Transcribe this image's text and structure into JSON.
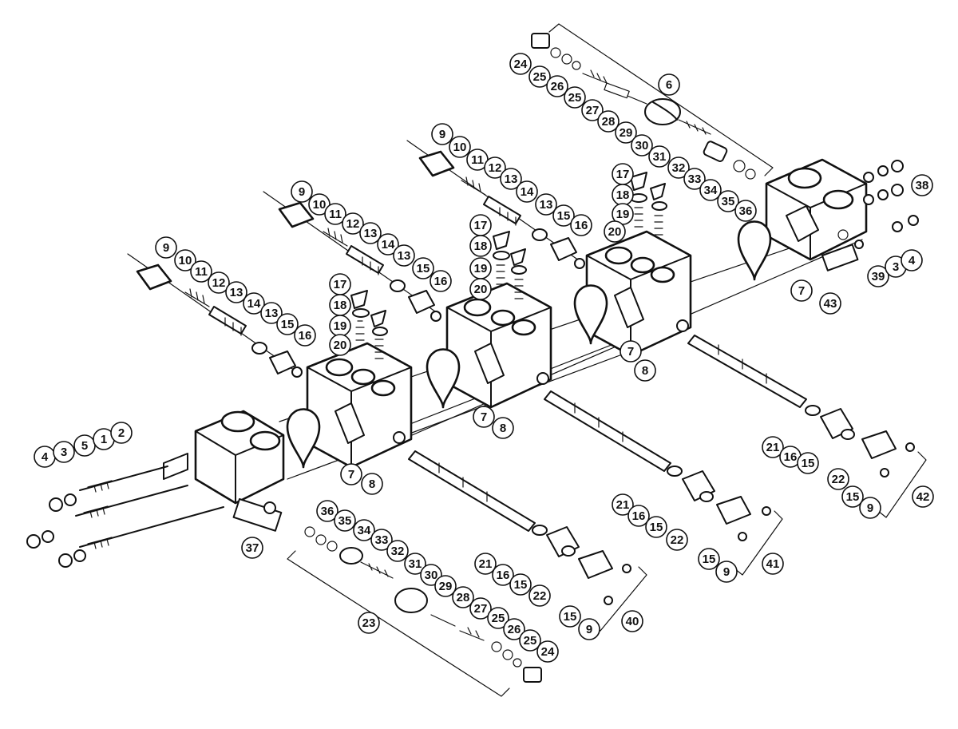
{
  "diagram": {
    "callouts": [
      {
        "id": "c-24a",
        "label": "24"
      },
      {
        "id": "c-25a",
        "label": "25"
      },
      {
        "id": "c-26a",
        "label": "26"
      },
      {
        "id": "c-25b",
        "label": "25"
      },
      {
        "id": "c-27a",
        "label": "27"
      },
      {
        "id": "c-28a",
        "label": "28"
      },
      {
        "id": "c-29a",
        "label": "29"
      },
      {
        "id": "c-30a",
        "label": "30"
      },
      {
        "id": "c-31a",
        "label": "31"
      },
      {
        "id": "c-32a",
        "label": "32"
      },
      {
        "id": "c-33a",
        "label": "33"
      },
      {
        "id": "c-34a",
        "label": "34"
      },
      {
        "id": "c-35a",
        "label": "35"
      },
      {
        "id": "c-36a",
        "label": "36"
      },
      {
        "id": "c-6",
        "label": "6"
      },
      {
        "id": "c-38",
        "label": "38"
      },
      {
        "id": "c-39",
        "label": "39"
      },
      {
        "id": "c-3a",
        "label": "3"
      },
      {
        "id": "c-4a",
        "label": "4"
      },
      {
        "id": "c-43",
        "label": "43"
      },
      {
        "id": "c-7a",
        "label": "7"
      },
      {
        "id": "c-9a",
        "label": "9"
      },
      {
        "id": "c-10a",
        "label": "10"
      },
      {
        "id": "c-11a",
        "label": "11"
      },
      {
        "id": "c-12a",
        "label": "12"
      },
      {
        "id": "c-13a",
        "label": "13"
      },
      {
        "id": "c-14a",
        "label": "14"
      },
      {
        "id": "c-13b",
        "label": "13"
      },
      {
        "id": "c-15a",
        "label": "15"
      },
      {
        "id": "c-16a",
        "label": "16"
      },
      {
        "id": "c-17a",
        "label": "17"
      },
      {
        "id": "c-18a",
        "label": "18"
      },
      {
        "id": "c-19a",
        "label": "19"
      },
      {
        "id": "c-20a",
        "label": "20"
      },
      {
        "id": "c-7b",
        "label": "7"
      },
      {
        "id": "c-8a",
        "label": "8"
      },
      {
        "id": "c-9b",
        "label": "9"
      },
      {
        "id": "c-10b",
        "label": "10"
      },
      {
        "id": "c-11b",
        "label": "11"
      },
      {
        "id": "c-12b",
        "label": "12"
      },
      {
        "id": "c-13c",
        "label": "13"
      },
      {
        "id": "c-14b",
        "label": "14"
      },
      {
        "id": "c-13d",
        "label": "13"
      },
      {
        "id": "c-15b",
        "label": "15"
      },
      {
        "id": "c-16b",
        "label": "16"
      },
      {
        "id": "c-17b",
        "label": "17"
      },
      {
        "id": "c-18b",
        "label": "18"
      },
      {
        "id": "c-19b",
        "label": "19"
      },
      {
        "id": "c-20b",
        "label": "20"
      },
      {
        "id": "c-7c",
        "label": "7"
      },
      {
        "id": "c-8b",
        "label": "8"
      },
      {
        "id": "c-9c",
        "label": "9"
      },
      {
        "id": "c-10c",
        "label": "10"
      },
      {
        "id": "c-11c",
        "label": "11"
      },
      {
        "id": "c-12c",
        "label": "12"
      },
      {
        "id": "c-13e",
        "label": "13"
      },
      {
        "id": "c-14c",
        "label": "14"
      },
      {
        "id": "c-13f",
        "label": "13"
      },
      {
        "id": "c-15c",
        "label": "15"
      },
      {
        "id": "c-16c",
        "label": "16"
      },
      {
        "id": "c-17c",
        "label": "17"
      },
      {
        "id": "c-18c",
        "label": "18"
      },
      {
        "id": "c-19c",
        "label": "19"
      },
      {
        "id": "c-20c",
        "label": "20"
      },
      {
        "id": "c-7d",
        "label": "7"
      },
      {
        "id": "c-8c",
        "label": "8"
      },
      {
        "id": "c-4b",
        "label": "4"
      },
      {
        "id": "c-3b",
        "label": "3"
      },
      {
        "id": "c-5",
        "label": "5"
      },
      {
        "id": "c-1",
        "label": "1"
      },
      {
        "id": "c-2",
        "label": "2"
      },
      {
        "id": "c-37",
        "label": "37"
      },
      {
        "id": "c-21a",
        "label": "21"
      },
      {
        "id": "c-16d",
        "label": "16"
      },
      {
        "id": "c-15d",
        "label": "15"
      },
      {
        "id": "c-22a",
        "label": "22"
      },
      {
        "id": "c-15e",
        "label": "15"
      },
      {
        "id": "c-9d",
        "label": "9"
      },
      {
        "id": "c-42",
        "label": "42"
      },
      {
        "id": "c-21b",
        "label": "21"
      },
      {
        "id": "c-16e",
        "label": "16"
      },
      {
        "id": "c-15f",
        "label": "15"
      },
      {
        "id": "c-22b",
        "label": "22"
      },
      {
        "id": "c-15g",
        "label": "15"
      },
      {
        "id": "c-9e",
        "label": "9"
      },
      {
        "id": "c-41",
        "label": "41"
      },
      {
        "id": "c-21c",
        "label": "21"
      },
      {
        "id": "c-16f",
        "label": "16"
      },
      {
        "id": "c-15h",
        "label": "15"
      },
      {
        "id": "c-22c",
        "label": "22"
      },
      {
        "id": "c-15i",
        "label": "15"
      },
      {
        "id": "c-9f",
        "label": "9"
      },
      {
        "id": "c-40",
        "label": "40"
      },
      {
        "id": "c-36b",
        "label": "36"
      },
      {
        "id": "c-35b",
        "label": "35"
      },
      {
        "id": "c-34b",
        "label": "34"
      },
      {
        "id": "c-33b",
        "label": "33"
      },
      {
        "id": "c-32b",
        "label": "32"
      },
      {
        "id": "c-31b",
        "label": "31"
      },
      {
        "id": "c-30b",
        "label": "30"
      },
      {
        "id": "c-29b",
        "label": "29"
      },
      {
        "id": "c-28b",
        "label": "28"
      },
      {
        "id": "c-27b",
        "label": "27"
      },
      {
        "id": "c-25c",
        "label": "25"
      },
      {
        "id": "c-26b",
        "label": "26"
      },
      {
        "id": "c-25d",
        "label": "25"
      },
      {
        "id": "c-24b",
        "label": "24"
      },
      {
        "id": "c-23",
        "label": "23"
      }
    ]
  }
}
